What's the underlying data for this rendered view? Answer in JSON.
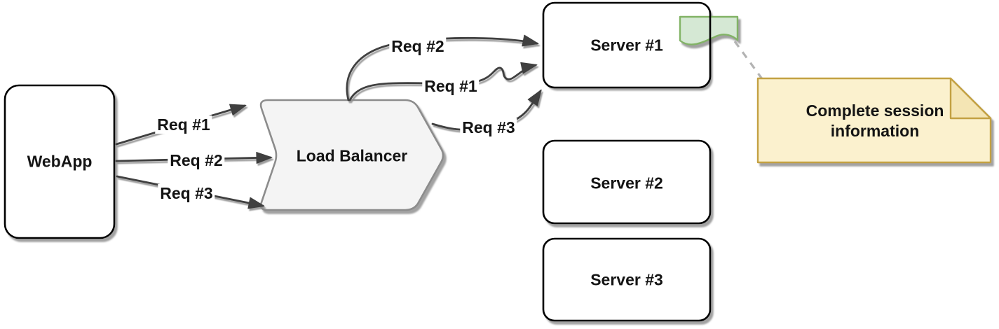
{
  "diagram": {
    "nodes": {
      "webapp": "WebApp",
      "load_balancer": "Load Balancer",
      "server_1": "Server #1",
      "server_2": "Server #2",
      "server_3": "Server #3"
    },
    "note": "Complete session information",
    "edge_labels": {
      "webapp_to_lb_req1": "Req #1",
      "webapp_to_lb_req2": "Req #2",
      "webapp_to_lb_req3": "Req #3",
      "lb_to_server1_req2": "Req #2",
      "lb_to_server1_req1": "Req #1",
      "lb_to_server1_req3": "Req #3"
    },
    "colors": {
      "node_fill": "#ffffff",
      "node_border": "#000000",
      "lb_fill": "#f4f4f4",
      "lb_border": "#8c8c8c",
      "note_fill": "#fbf1ce",
      "note_fold_fill": "#f4e5b4",
      "note_border": "#c3a143",
      "tape_fill": "#d5e8d4",
      "tape_border": "#82b366",
      "arrow": "#3f3f3f",
      "dashed_connector": "#b3b3b3",
      "text": "#141414"
    }
  }
}
